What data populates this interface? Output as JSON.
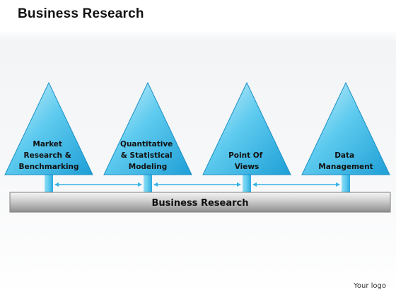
{
  "page_title": "Business Research",
  "triangles": [
    {
      "lines": [
        "Market",
        "Research &",
        "Benchmarking"
      ]
    },
    {
      "lines": [
        "Quantitative",
        "& Statistical",
        "Modeling"
      ]
    },
    {
      "lines": [
        "Point Of",
        "Views"
      ]
    },
    {
      "lines": [
        "Data",
        "Management"
      ]
    }
  ],
  "base_bar_label": "Business Research",
  "logo_text": "Your logo",
  "colors": {
    "triangle_light": "#d8f3fb",
    "triangle_mid": "#5fcbef",
    "triangle_dark": "#1e9fd6",
    "arrow": "#35b4e6",
    "bar_light": "#f4f4f4",
    "bar_dark": "#8e8e8e"
  }
}
